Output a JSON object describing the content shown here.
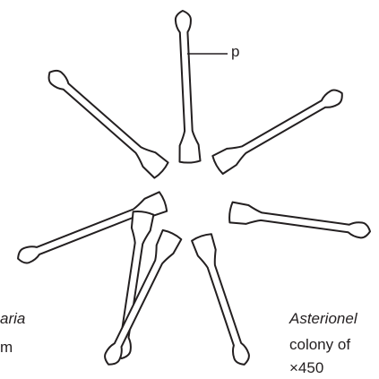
{
  "figure": {
    "label_p": "p",
    "left_caption": {
      "line1": "aria",
      "line2": "m"
    },
    "right_caption": {
      "line1": "Asterionel",
      "line2": "colony of",
      "line3": "×450"
    },
    "colors": {
      "ink": "#231f20",
      "paper": "#ffffff"
    },
    "cells": [
      {
        "name": "cell-top"
      },
      {
        "name": "cell-upper-left"
      },
      {
        "name": "cell-upper-right"
      },
      {
        "name": "cell-left"
      },
      {
        "name": "cell-right"
      },
      {
        "name": "cell-lower-left-outer"
      },
      {
        "name": "cell-lower-left-inner"
      },
      {
        "name": "cell-lower-right"
      }
    ]
  }
}
